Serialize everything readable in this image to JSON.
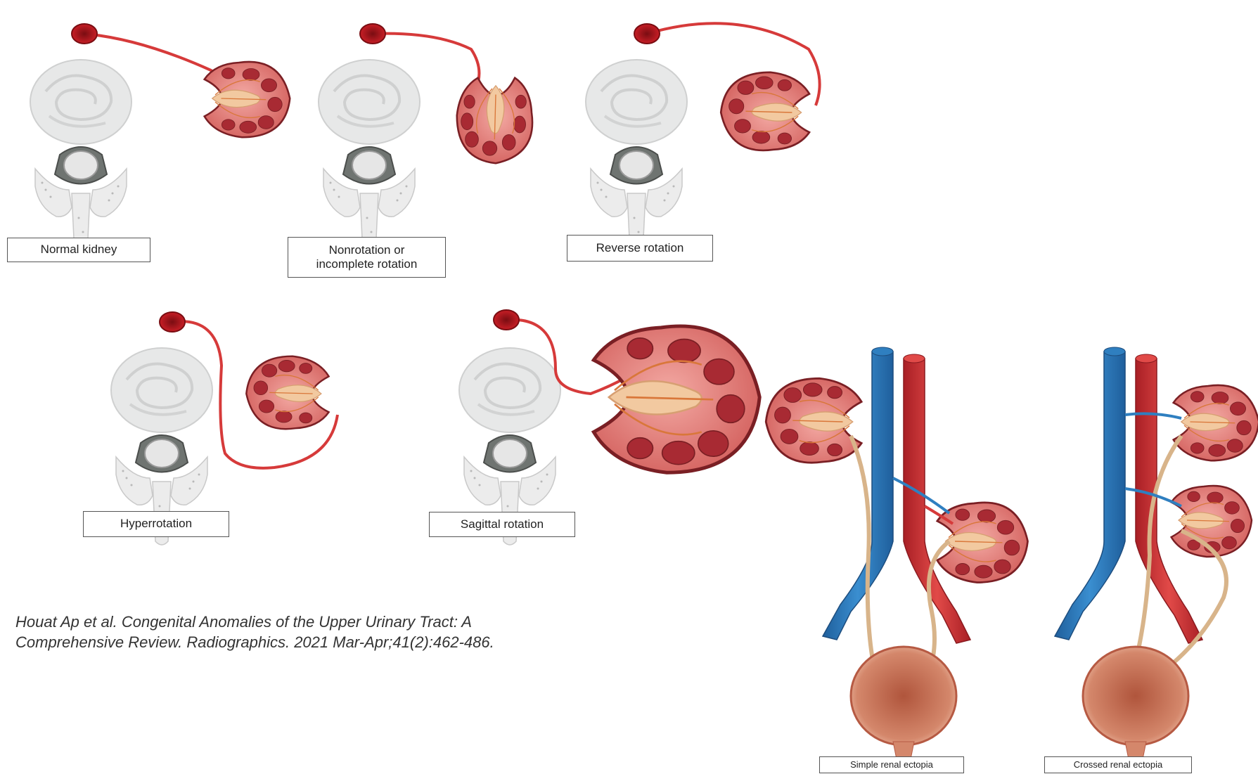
{
  "panels": {
    "normal": {
      "label": "Normal kidney"
    },
    "nonrotation": {
      "label_line1": "Nonrotation or",
      "label_line2": "incomplete rotation"
    },
    "reverse": {
      "label": "Reverse rotation"
    },
    "hyper": {
      "label": "Hyperrotation"
    },
    "sagittal": {
      "label": "Sagittal rotation"
    },
    "simple_ectopia": {
      "label": "Simple renal ectopia"
    },
    "crossed_ectopia": {
      "label": "Crossed renal ectopia"
    }
  },
  "citation": {
    "line1": "Houat Ap et al. Congenital Anomalies of the Upper Urinary Tract: A",
    "line2": "Comprehensive Review. Radiographics. 2021 Mar-Apr;41(2):462-486."
  },
  "colors": {
    "kidney_cortex": "#e07a78",
    "kidney_medulla": "#b5343c",
    "kidney_outline": "#7a1f24",
    "pelvis": "#f2c9a0",
    "artery": "#d63a3a",
    "vena": "#2f7fc0",
    "vertebra": "#d9dada",
    "vertebral_body": "#6b6f6d",
    "ureter": "#d8b48a",
    "bladder": "#d9886c"
  }
}
